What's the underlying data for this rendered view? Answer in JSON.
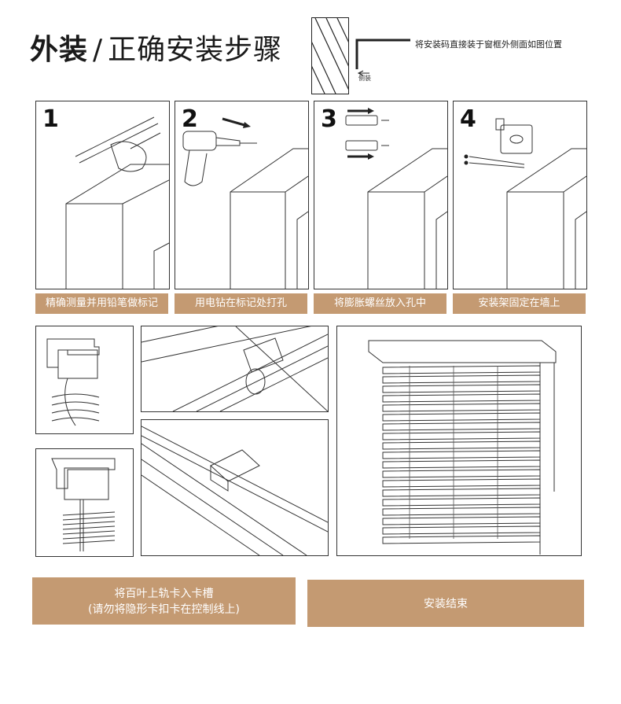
{
  "header": {
    "title_bold": "外装",
    "separator": "/",
    "title_rest": "正确安装步骤",
    "legend_note": "将安装码直接装于窗框外侧面如图位置",
    "legend_side": "侧装"
  },
  "steps": [
    {
      "number": "1",
      "caption": "精确测量并用铅笔做标记"
    },
    {
      "number": "2",
      "caption": "用电钻在标记处打孔"
    },
    {
      "number": "3",
      "caption": "将膨胀螺丝放入孔中"
    },
    {
      "number": "4",
      "caption": "安装架固定在墙上"
    }
  ],
  "bottom": {
    "left_caption_line1": "将百叶上轨卡入卡槽",
    "left_caption_line2": "(请勿将隐形卡扣卡在控制线上)",
    "right_caption": "安装结束"
  },
  "colors": {
    "accent": "#c49a72",
    "line": "#333333"
  }
}
